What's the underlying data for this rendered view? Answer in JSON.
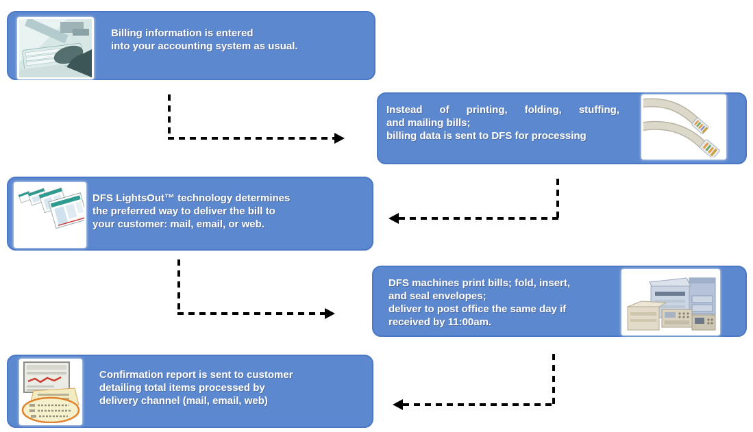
{
  "diagram": {
    "title": "DFS billing workflow diagram",
    "type": "process-flow",
    "colors": {
      "box_fill": "#5c88cf",
      "box_border": "#4a78c4",
      "text": "#ffffff",
      "arrow": "#000000",
      "background": "#ffffff"
    },
    "steps": [
      {
        "id": 1,
        "side": "left",
        "image": "keyboard-typing-photo",
        "lines": [
          "Billing information is entered",
          "into your accounting system as usual."
        ]
      },
      {
        "id": 2,
        "side": "right",
        "image": "ethernet-cable-photo",
        "lines": [
          "Instead of printing, folding, stuffing,",
          "and mailing bills;",
          "billing data is sent to DFS for processing"
        ]
      },
      {
        "id": 3,
        "side": "left",
        "image": "cascading-invoices-photo",
        "lines": [
          "DFS LightsOut™ technology determines",
          "the preferred way to deliver the bill to",
          "your customer: mail, email, or web."
        ]
      },
      {
        "id": 4,
        "side": "right",
        "image": "mailing-machines-photo",
        "lines": [
          "DFS machines print bills; fold, insert,",
          "and seal envelopes;",
          "deliver to post office the same day if",
          "received by 11:00am."
        ]
      },
      {
        "id": 5,
        "side": "left",
        "image": "confirmation-report-photo",
        "lines": [
          "Confirmation report is sent to customer",
          "detailing total items processed by",
          "delivery channel (mail, email, web)"
        ]
      }
    ],
    "arrows": [
      {
        "from": 1,
        "to": 2,
        "shape": "down-then-right",
        "style": "dashed"
      },
      {
        "from": 2,
        "to": 3,
        "shape": "down-then-left",
        "style": "dashed"
      },
      {
        "from": 3,
        "to": 4,
        "shape": "down-then-right",
        "style": "dashed"
      },
      {
        "from": 4,
        "to": 5,
        "shape": "down-then-left",
        "style": "dashed"
      }
    ]
  }
}
